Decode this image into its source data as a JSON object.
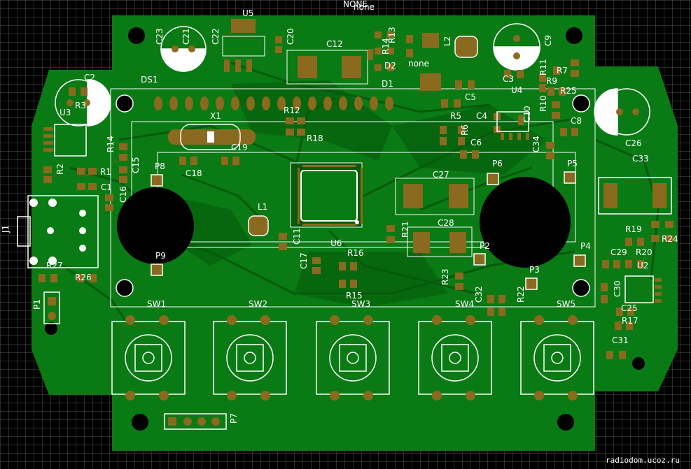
{
  "watermark": "radiodom.ucoz.ru",
  "colors": {
    "board": "#0a7a14",
    "board_dark": "#055a0c",
    "pad": "#8a6a1e",
    "silk": "#ffffff",
    "hole": "#000000"
  },
  "labels": [
    {
      "id": "NONE",
      "text": "NONE"
    },
    {
      "id": "none1",
      "text": "none"
    },
    {
      "id": "none2",
      "text": "none"
    },
    {
      "id": "U5",
      "text": "U5"
    },
    {
      "id": "C23",
      "text": "C23"
    },
    {
      "id": "C21",
      "text": "C21"
    },
    {
      "id": "C22",
      "text": "C22"
    },
    {
      "id": "C20",
      "text": "C20"
    },
    {
      "id": "C12",
      "text": "C12"
    },
    {
      "id": "R13",
      "text": "R13"
    },
    {
      "id": "R14b",
      "text": "R14"
    },
    {
      "id": "D2",
      "text": "D2"
    },
    {
      "id": "D1",
      "text": "D1"
    },
    {
      "id": "L2",
      "text": "L2"
    },
    {
      "id": "C9",
      "text": "C9"
    },
    {
      "id": "C2",
      "text": "C2"
    },
    {
      "id": "DS1",
      "text": "DS1"
    },
    {
      "id": "R3",
      "text": "R3"
    },
    {
      "id": "U3",
      "text": "U3"
    },
    {
      "id": "R11",
      "text": "R11"
    },
    {
      "id": "R7",
      "text": "R7"
    },
    {
      "id": "R9",
      "text": "R9"
    },
    {
      "id": "R25",
      "text": "R25"
    },
    {
      "id": "U4",
      "text": "U4"
    },
    {
      "id": "C3",
      "text": "C3"
    },
    {
      "id": "C5",
      "text": "C5"
    },
    {
      "id": "R5",
      "text": "R5"
    },
    {
      "id": "C4",
      "text": "C4"
    },
    {
      "id": "R6",
      "text": "R6"
    },
    {
      "id": "C10",
      "text": "C10"
    },
    {
      "id": "R10",
      "text": "R10"
    },
    {
      "id": "C8",
      "text": "C8"
    },
    {
      "id": "C26",
      "text": "C26"
    },
    {
      "id": "R12",
      "text": "R12"
    },
    {
      "id": "X1",
      "text": "X1"
    },
    {
      "id": "R18",
      "text": "R18"
    },
    {
      "id": "C19",
      "text": "C19"
    },
    {
      "id": "C6",
      "text": "C6"
    },
    {
      "id": "C34",
      "text": "C34"
    },
    {
      "id": "R14",
      "text": "R14"
    },
    {
      "id": "C15",
      "text": "C15"
    },
    {
      "id": "R2",
      "text": "R2"
    },
    {
      "id": "R1",
      "text": "R1"
    },
    {
      "id": "C18",
      "text": "C18"
    },
    {
      "id": "P8",
      "text": "P8"
    },
    {
      "id": "C1",
      "text": "C1"
    },
    {
      "id": "C16",
      "text": "C16"
    },
    {
      "id": "C27",
      "text": "C27"
    },
    {
      "id": "P6",
      "text": "P6"
    },
    {
      "id": "P5",
      "text": "P5"
    },
    {
      "id": "C33",
      "text": "C33"
    },
    {
      "id": "J1",
      "text": "J1"
    },
    {
      "id": "L1",
      "text": "L1"
    },
    {
      "id": "C11",
      "text": "C11"
    },
    {
      "id": "U6",
      "text": "U6"
    },
    {
      "id": "R21",
      "text": "R21"
    },
    {
      "id": "C28",
      "text": "C28"
    },
    {
      "id": "R19",
      "text": "R19"
    },
    {
      "id": "R24",
      "text": "R24"
    },
    {
      "id": "R16",
      "text": "R16"
    },
    {
      "id": "C17",
      "text": "C17"
    },
    {
      "id": "P9",
      "text": "P9"
    },
    {
      "id": "P2",
      "text": "P2"
    },
    {
      "id": "P4",
      "text": "P4"
    },
    {
      "id": "C29",
      "text": "C29"
    },
    {
      "id": "R20",
      "text": "R20"
    },
    {
      "id": "U2",
      "text": "U2"
    },
    {
      "id": "R27",
      "text": "R27"
    },
    {
      "id": "R26",
      "text": "R26"
    },
    {
      "id": "R15",
      "text": "R15"
    },
    {
      "id": "R23",
      "text": "R23"
    },
    {
      "id": "P3",
      "text": "P3"
    },
    {
      "id": "C32",
      "text": "C32"
    },
    {
      "id": "R22",
      "text": "R22"
    },
    {
      "id": "C30",
      "text": "C30"
    },
    {
      "id": "P1",
      "text": "P1"
    },
    {
      "id": "C25",
      "text": "C25"
    },
    {
      "id": "R17",
      "text": "R17"
    },
    {
      "id": "C31",
      "text": "C31"
    },
    {
      "id": "SW1",
      "text": "SW1"
    },
    {
      "id": "SW2",
      "text": "SW2"
    },
    {
      "id": "SW3",
      "text": "SW3"
    },
    {
      "id": "SW4",
      "text": "SW4"
    },
    {
      "id": "SW5",
      "text": "SW5"
    },
    {
      "id": "P7",
      "text": "P7"
    }
  ]
}
